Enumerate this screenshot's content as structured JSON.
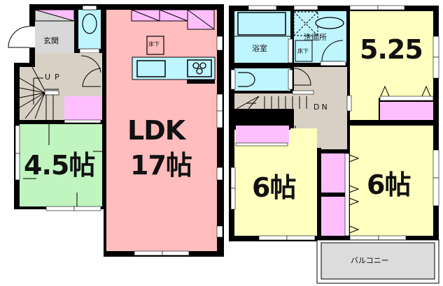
{
  "floorplan": {
    "floor1": {
      "entrance": {
        "label": "玄関"
      },
      "stairs": {
        "label": "UP"
      },
      "japanese_room": {
        "label": "4.5帖"
      },
      "ldk": {
        "label_line1": "LDK",
        "label_line2": "17帖"
      },
      "underfloor_storage": {
        "label": "床下"
      }
    },
    "floor2": {
      "bathroom": {
        "label": "浴室"
      },
      "washroom": {
        "label": "洗面所"
      },
      "underfloor_storage": {
        "label": "床下"
      },
      "stairs": {
        "label": "DN"
      },
      "bedroom_ne": {
        "label": "5.25"
      },
      "bedroom_sw": {
        "label": "6帖"
      },
      "bedroom_se": {
        "label": "6帖"
      },
      "balcony": {
        "label": "バルコニー"
      }
    },
    "colors": {
      "wall": "#000000",
      "ldk": "#ffbdbd",
      "japanese_room": "#c0f5c0",
      "bedroom": "#ffffc0",
      "wet_area": "#bff5ff",
      "hall": "#d8d0c4",
      "entrance": "#d8d8d8",
      "storage": "#ffbfff",
      "balcony": "#dcdcdc"
    }
  }
}
